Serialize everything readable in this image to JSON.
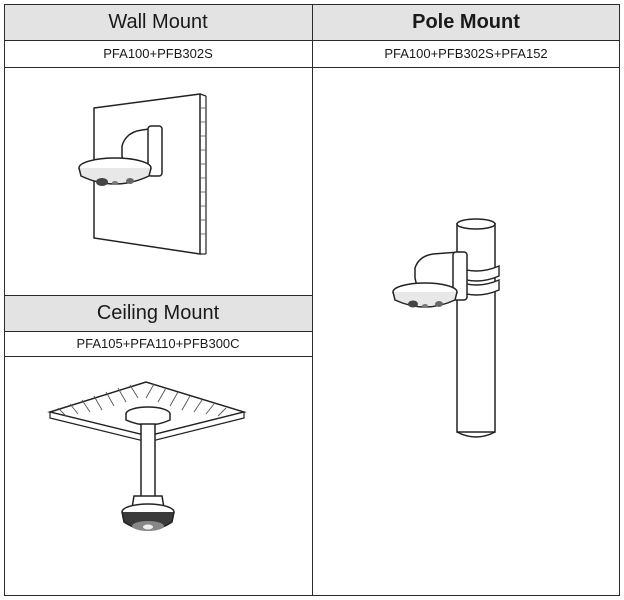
{
  "wall": {
    "title": "Wall Mount",
    "model": "PFA100+PFB302S"
  },
  "pole": {
    "title": "Pole Mount",
    "model": "PFA100+PFB302S+PFA152"
  },
  "ceiling": {
    "title": "Ceiling Mount",
    "model": "PFA105+PFA110+PFB300C"
  },
  "colors": {
    "header_bg": "#e3e3e3",
    "border": "#2b2b2b"
  }
}
